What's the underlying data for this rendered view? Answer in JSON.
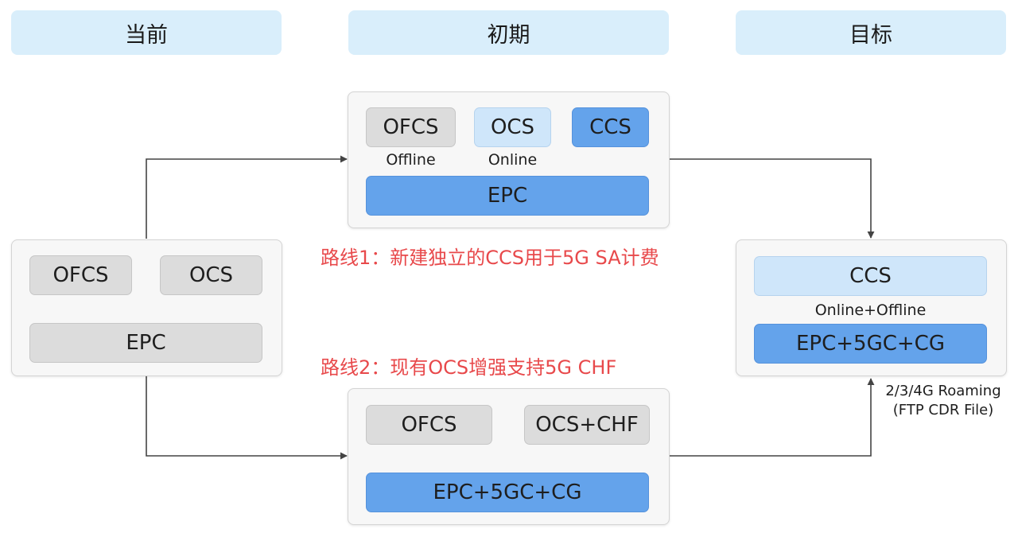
{
  "phases": {
    "current": "当前",
    "initial": "初期",
    "target": "目标"
  },
  "current_panel": {
    "ofcs": "OFCS",
    "ocs": "OCS",
    "epc": "EPC"
  },
  "route1_panel": {
    "ofcs": "OFCS",
    "ofcs_sub": "Offline",
    "ocs": "OCS",
    "ocs_sub": "Online",
    "ccs": "CCS",
    "epc": "EPC"
  },
  "route2_panel": {
    "ofcs": "OFCS",
    "ocs_chf": "OCS+CHF",
    "core": "EPC+5GC+CG"
  },
  "target_panel": {
    "ccs": "CCS",
    "ccs_sub": "Online+Offline",
    "core": "EPC+5GC+CG"
  },
  "routes": {
    "route1": "路线1：新建独立的CCS用于5G SA计费",
    "route2": "路线2：现有OCS增强支持5G CHF"
  },
  "roaming_note": {
    "line1": "2/3/4G Roaming",
    "line2": "(FTP CDR File)"
  },
  "colors": {
    "phase_bg": "#d9eefb",
    "panel_bg": "#f7f7f7",
    "gray_block": "#dcdcdc",
    "light_blue_block": "#cfe6fa",
    "blue_block": "#64a3eb",
    "route_text": "#e8494b",
    "arrow": "#444444"
  }
}
